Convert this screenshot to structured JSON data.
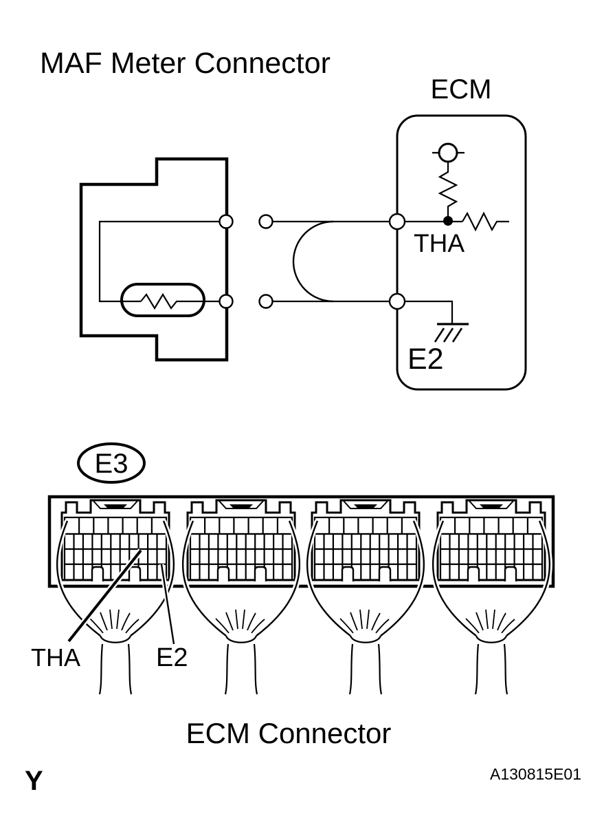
{
  "colors": {
    "ink": "#000000",
    "paper": "#ffffff"
  },
  "wiring_diagram": {
    "title": "MAF Meter Connector",
    "ecm_label": "ECM",
    "tha_pin_label": "THA",
    "e2_pin_label": "E2"
  },
  "connector_diagram": {
    "connector_id": "E3",
    "tha_pin_label": "THA",
    "e2_pin_label": "E2",
    "caption": "ECM Connector"
  },
  "footer": {
    "page_marker": "Y",
    "figure_code": "A130815E01"
  }
}
